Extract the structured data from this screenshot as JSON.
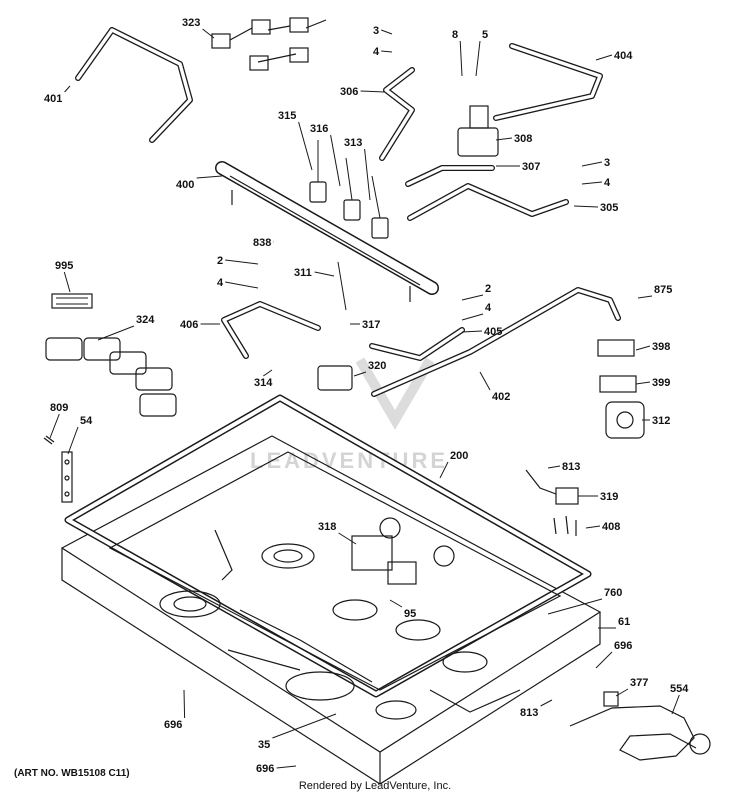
{
  "diagram": {
    "art_number": "(ART NO. WB15108 C11)",
    "credit": "Rendered by LeadVenture, Inc.",
    "watermark": "LEADVENTURE",
    "callouts": [
      "323",
      "3",
      "4",
      "8",
      "5",
      "404",
      "401",
      "306",
      "315",
      "316",
      "313",
      "308",
      "307",
      "3",
      "4",
      "400",
      "305",
      "838",
      "995",
      "2",
      "4",
      "311",
      "2",
      "4",
      "875",
      "324",
      "406",
      "317",
      "405",
      "398",
      "320",
      "314",
      "402",
      "399",
      "312",
      "809",
      "54",
      "200",
      "813",
      "319",
      "408",
      "318",
      "95",
      "760",
      "61",
      "696",
      "377",
      "554",
      "696",
      "813",
      "35",
      "696"
    ]
  }
}
